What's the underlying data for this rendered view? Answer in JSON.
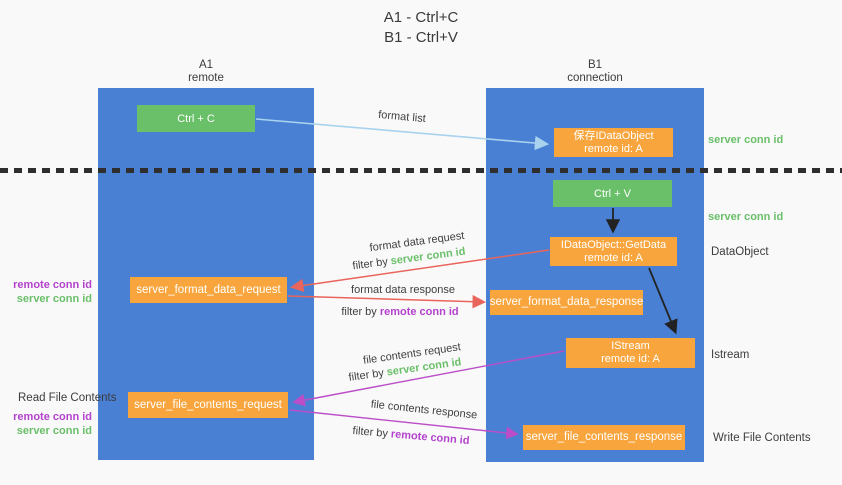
{
  "title": {
    "line1": "A1 - Ctrl+C",
    "line2": "B1 - Ctrl+V"
  },
  "lanes": {
    "left": {
      "id": "A1",
      "role": "remote"
    },
    "right": {
      "id": "B1",
      "role": "connection"
    }
  },
  "boxes": {
    "ctrl_c": {
      "label": "Ctrl + C"
    },
    "save_dataobject": {
      "line1": "保存IDataObject",
      "line2": "remote id: A"
    },
    "ctrl_v": {
      "label": "Ctrl + V"
    },
    "getdata": {
      "line1": "IDataObject::GetData",
      "line2": "remote id: A"
    },
    "format_request": {
      "label": "server_format_data_request"
    },
    "format_response": {
      "label": "server_format_data_response"
    },
    "istream": {
      "line1": "IStream",
      "line2": "remote id: A"
    },
    "file_request": {
      "label": "server_file_contents_request"
    },
    "file_response": {
      "label": "server_file_contents_response"
    }
  },
  "flow_labels": {
    "format_list": "format list",
    "format_data_request": "format data request",
    "format_data_response": "format data response",
    "file_contents_request": "file contents request",
    "file_contents_response": "file contents response",
    "filter_by": "filter by",
    "server_conn_id": "server conn id",
    "remote_conn_id": "remote conn id"
  },
  "side_labels": {
    "server_conn_id_top": "server conn id",
    "server_conn_id_mid": "server conn id",
    "dataobject": "DataObject",
    "istream": "Istream",
    "write_file_contents": "Write File Contents",
    "read_file_contents": "Read File Contents",
    "left_remote_conn_id_1": "remote conn id",
    "left_server_conn_id_1": "server conn id",
    "left_remote_conn_id_2": "remote conn id",
    "left_server_conn_id_2": "server conn id"
  },
  "colors": {
    "lane_blue": "#4a80d4",
    "box_green": "#6abf69",
    "box_orange": "#f8a53d",
    "arrow_salmon": "#e9645a",
    "arrow_magenta": "#bb4ec8",
    "arrow_light_blue": "#a8d2ee",
    "arrow_black": "#222222",
    "text_green": "#6abf69",
    "text_purple": "#b342cc",
    "text_dark": "#3c3c3c",
    "divider_dark": "#2e2e2e",
    "background": "#f9f9f9"
  }
}
